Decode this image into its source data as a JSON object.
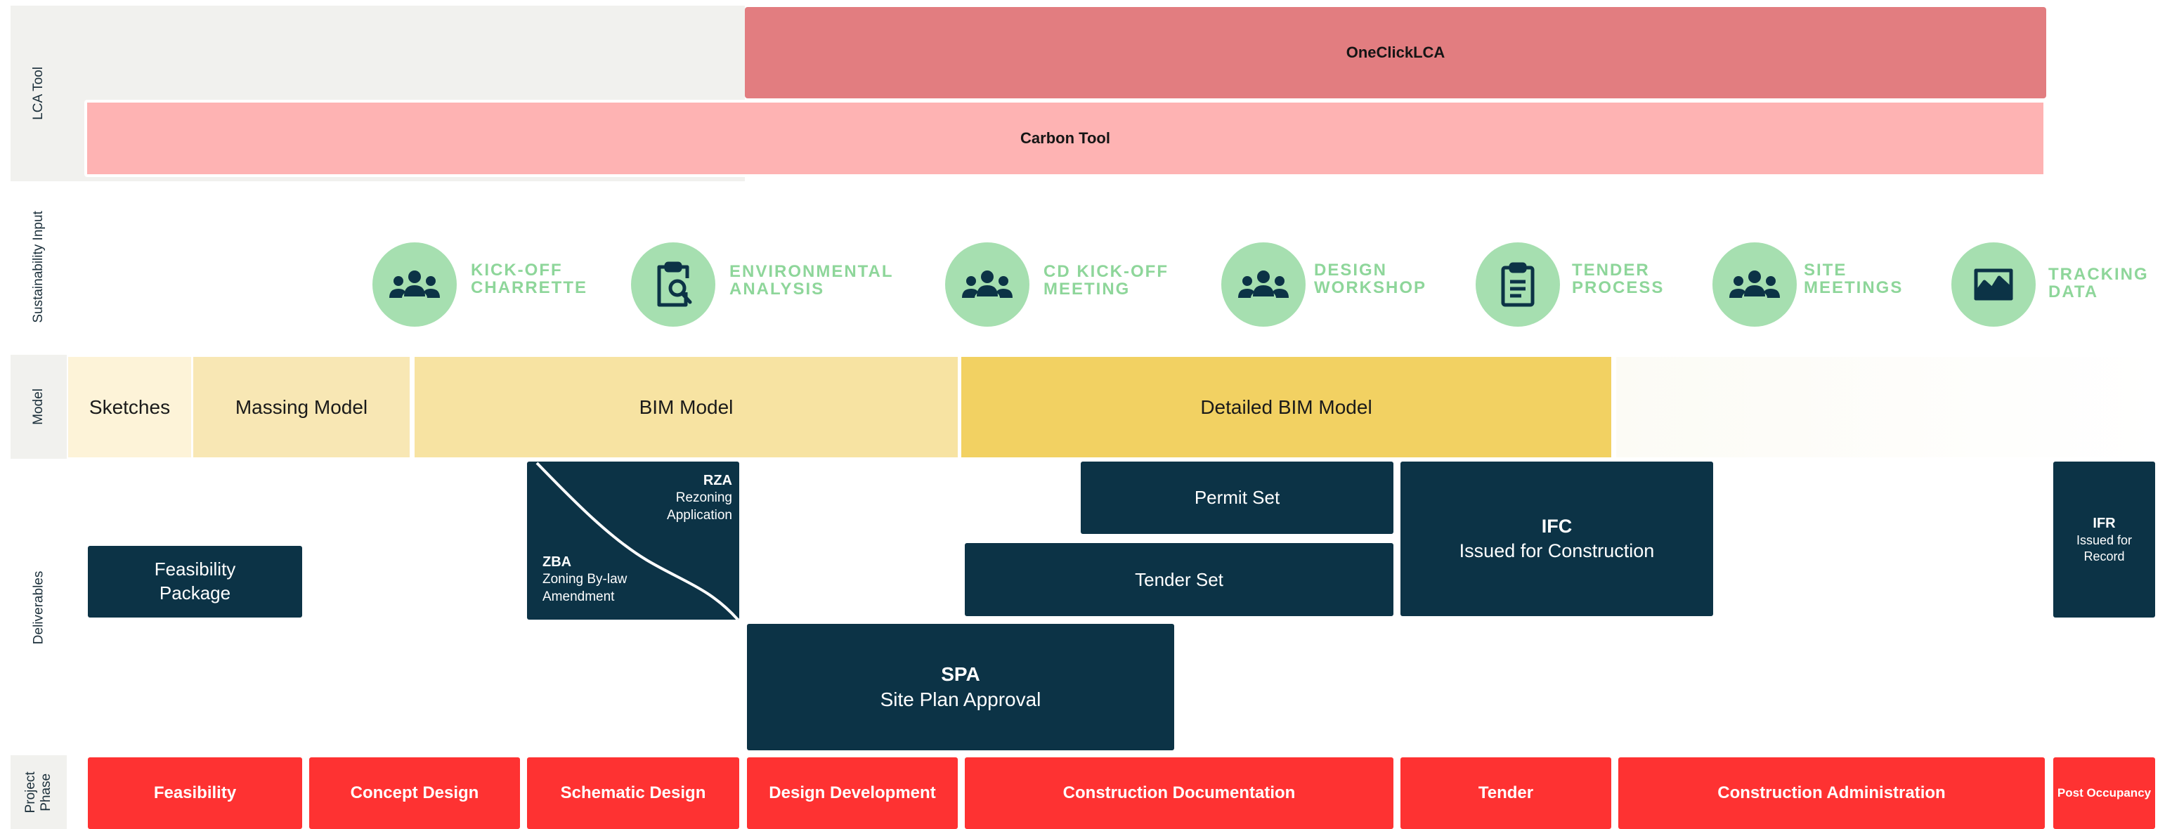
{
  "row_labels": {
    "lca_tool": "LCA Tool",
    "sustainability_input": "Sustainability Input",
    "model": "Model",
    "deliverables": "Deliverables",
    "project_phase": "Project Phase"
  },
  "lca": {
    "oneclick": "OneClickLCA",
    "carbon_tool": "Carbon Tool"
  },
  "sustainability": [
    {
      "line1": "KICK-OFF",
      "line2": "CHARRETTE",
      "icon": "people-icon"
    },
    {
      "line1": "ENVIRONMENTAL",
      "line2": "ANALYSIS",
      "icon": "clipboard-search-icon"
    },
    {
      "line1": "CD KICK-OFF",
      "line2": "MEETING",
      "icon": "people-icon"
    },
    {
      "line1": "DESIGN",
      "line2": "WORKSHOP",
      "icon": "people-icon"
    },
    {
      "line1": "TENDER",
      "line2": "PROCESS",
      "icon": "clipboard-list-icon"
    },
    {
      "line1": "SITE",
      "line2": "MEETINGS",
      "icon": "people-icon"
    },
    {
      "line1": "TRACKING",
      "line2": "DATA",
      "icon": "mountain-chart-icon"
    }
  ],
  "model": {
    "sketches": "Sketches",
    "massing": "Massing Model",
    "bim": "BIM Model",
    "detailed_bim": "Detailed BIM Model"
  },
  "deliverables": {
    "feasibility_line1": "Feasibility",
    "feasibility_line2": "Package",
    "rza_code": "RZA",
    "rza_line1": "Rezoning",
    "rza_line2": "Application",
    "zba_code": "ZBA",
    "zba_line1": "Zoning By-law",
    "zba_line2": "Amendment",
    "permit_set": "Permit Set",
    "tender_set": "Tender Set",
    "ifc_code": "IFC",
    "ifc_text": "Issued for Construction",
    "ifr_code": "IFR",
    "ifr_line1": "Issued for",
    "ifr_line2": "Record",
    "spa_code": "SPA",
    "spa_text": "Site Plan Approval"
  },
  "phases": [
    "Feasibility",
    "Concept Design",
    "Schematic Design",
    "Design Development",
    "Construction Documentation",
    "Tender",
    "Construction Administration",
    "Post Occupancy"
  ],
  "colors": {
    "navy": "#0c3346",
    "phase_red": "#fe3232",
    "oneclick_red": "#e27d80",
    "carbon_pink": "#feb3b3",
    "milestone_green": "#a6dfb0",
    "model_light": "#fdf3d8",
    "model_mid": "#f8e4a8",
    "model_bim": "#f7e3a2",
    "model_detailed": "#f2d162"
  }
}
